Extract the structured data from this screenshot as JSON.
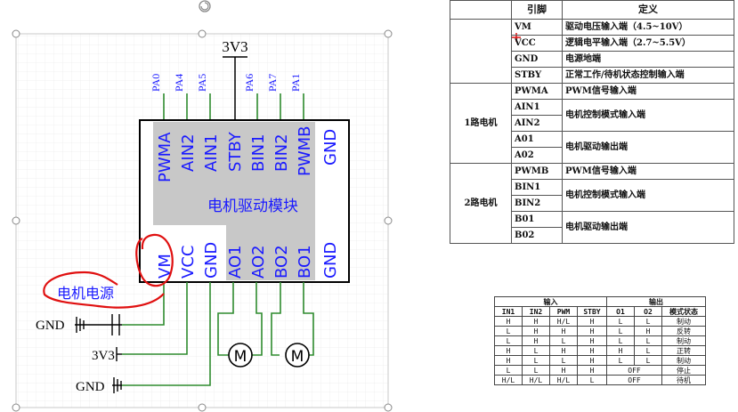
{
  "schematic": {
    "top_power_label": "3V3",
    "pa_labels": [
      "PA0",
      "PA4",
      "PA5",
      "PA6",
      "PA7",
      "PA1"
    ],
    "top_pins": [
      "PWMA",
      "AIN2",
      "AIN1",
      "STBY",
      "BIN1",
      "BIN2",
      "PWMB",
      "GND"
    ],
    "bottom_pins": [
      "VM",
      "VCC",
      "GND",
      "AO1",
      "AO2",
      "BO2",
      "BO1",
      "GND"
    ],
    "module_label": "电机驱动模块",
    "annotation": "电机电源",
    "gnd_label_1": "GND",
    "vcc_label": "3V3",
    "gnd_label_2": "GND",
    "motor_label": "M",
    "colors": {
      "wire": "#2e8b2e",
      "pin_text": "#1a1aff",
      "annotation": "#e01010",
      "module_fill": "#c8c8c8"
    }
  },
  "pin_table": {
    "headers": [
      "",
      "引脚",
      "定义"
    ],
    "rows": [
      {
        "group": "",
        "pin": "VM",
        "def": "驱动电压输入端（4.5~10V）"
      },
      {
        "group": "",
        "pin": "VCC",
        "def": "逻辑电平输入端（2.7~5.5V）"
      },
      {
        "group": "",
        "pin": "GND",
        "def": "电源地端"
      },
      {
        "group": "",
        "pin": "STBY",
        "def": "正常工作/待机状态控制输入端"
      },
      {
        "group": "1路电机",
        "pin": "PWMA",
        "def": "PWM信号输入端"
      },
      {
        "group": "",
        "pin": "AIN1",
        "def": "电机控制模式输入端"
      },
      {
        "group": "",
        "pin": "AIN2",
        "def": ""
      },
      {
        "group": "",
        "pin": "A01",
        "def": "电机驱动输出端"
      },
      {
        "group": "",
        "pin": "A02",
        "def": ""
      },
      {
        "group": "2路电机",
        "pin": "PWMB",
        "def": "PWM信号输入端"
      },
      {
        "group": "",
        "pin": "BIN1",
        "def": "电机控制模式输入端"
      },
      {
        "group": "",
        "pin": "BIN2",
        "def": ""
      },
      {
        "group": "",
        "pin": "B01",
        "def": "电机驱动输出端"
      },
      {
        "group": "",
        "pin": "B02",
        "def": ""
      }
    ]
  },
  "logic_table": {
    "group_input": "输入",
    "group_output": "输出",
    "headers": [
      "IN1",
      "IN2",
      "PWM",
      "STBY",
      "O1",
      "O2",
      "模式状态"
    ],
    "rows": [
      [
        "H",
        "H",
        "H/L",
        "H",
        "L",
        "L",
        "制动"
      ],
      [
        "L",
        "H",
        "H",
        "H",
        "L",
        "H",
        "反转"
      ],
      [
        "L",
        "H",
        "L",
        "H",
        "L",
        "L",
        "制动"
      ],
      [
        "H",
        "L",
        "H",
        "H",
        "H",
        "L",
        "正转"
      ],
      [
        "H",
        "L",
        "L",
        "H",
        "L",
        "L",
        "制动"
      ],
      [
        "L",
        "L",
        "H",
        "H",
        "OFF",
        "",
        "停止"
      ],
      [
        "H/L",
        "H/L",
        "H/L",
        "L",
        "OFF",
        "",
        "待机"
      ]
    ]
  }
}
